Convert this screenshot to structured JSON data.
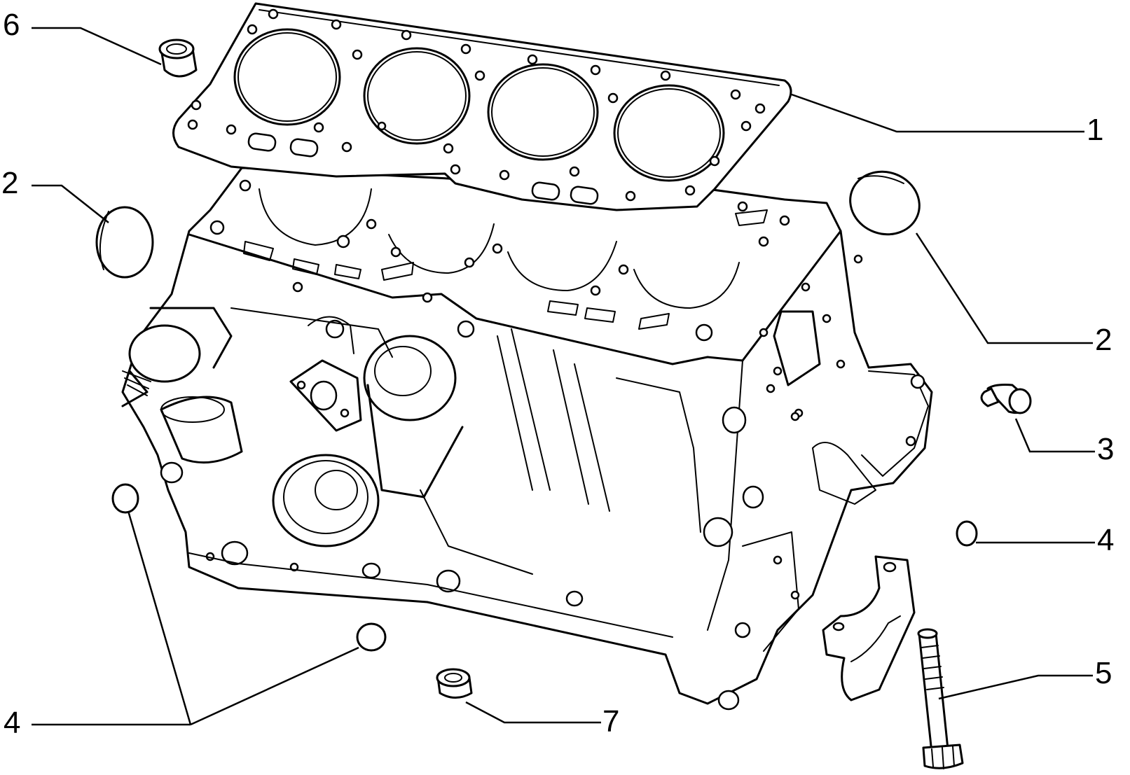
{
  "callouts": {
    "c1": "1",
    "c2_left": "2",
    "c2_right": "2",
    "c3": "3",
    "c4_right": "4",
    "c4_bottom": "4",
    "c5": "5",
    "c6": "6",
    "c7": "7"
  }
}
